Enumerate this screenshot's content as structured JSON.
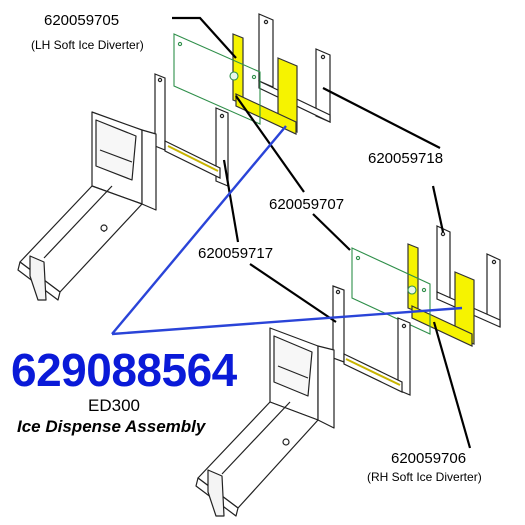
{
  "assembly": {
    "part_number": "629088564",
    "model": "ED300",
    "name": "Ice Dispense Assembly"
  },
  "callouts": {
    "lh_diverter": {
      "part_number": "620059705",
      "description": "(LH Soft Ice Diverter)"
    },
    "gasket": {
      "part_number": "620059718"
    },
    "plate": {
      "part_number": "620059707"
    },
    "frame": {
      "part_number": "620059717"
    },
    "rh_diverter": {
      "part_number": "620059706",
      "description": "(RH Soft Ice Diverter)"
    }
  },
  "colors": {
    "assembly_number": "#0a1ad8",
    "pointer_blue": "#2a44d8",
    "highlight_yellow": "#f6f300",
    "plate_outline": "#2f8f4a",
    "leader_line": "#000000"
  }
}
